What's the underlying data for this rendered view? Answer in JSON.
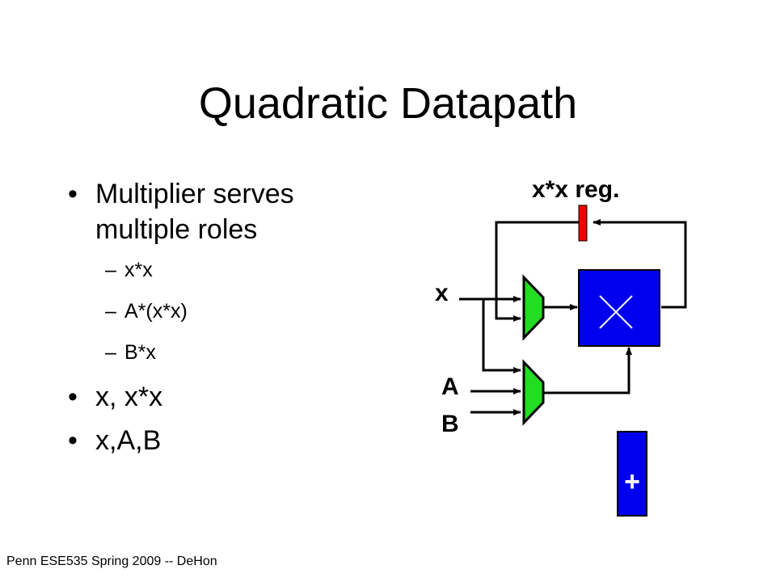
{
  "slide": {
    "title": "Quadratic Datapath",
    "bullets": [
      "Multiplier serves multiple roles",
      "x*x",
      "A*(x*x)",
      " B*x",
      "x, x*x",
      "x,A,B"
    ],
    "footer": "Penn ESE535 Spring 2009 -- DeHon"
  },
  "diagram": {
    "reg_label": "x*x reg.",
    "input_x": "x",
    "input_a": "A",
    "input_b": "B",
    "mult_symbol": "×",
    "adder_symbol": "+",
    "colors": {
      "mux": "#22dd22",
      "block": "#0000ee",
      "register": "#ee0000"
    }
  }
}
